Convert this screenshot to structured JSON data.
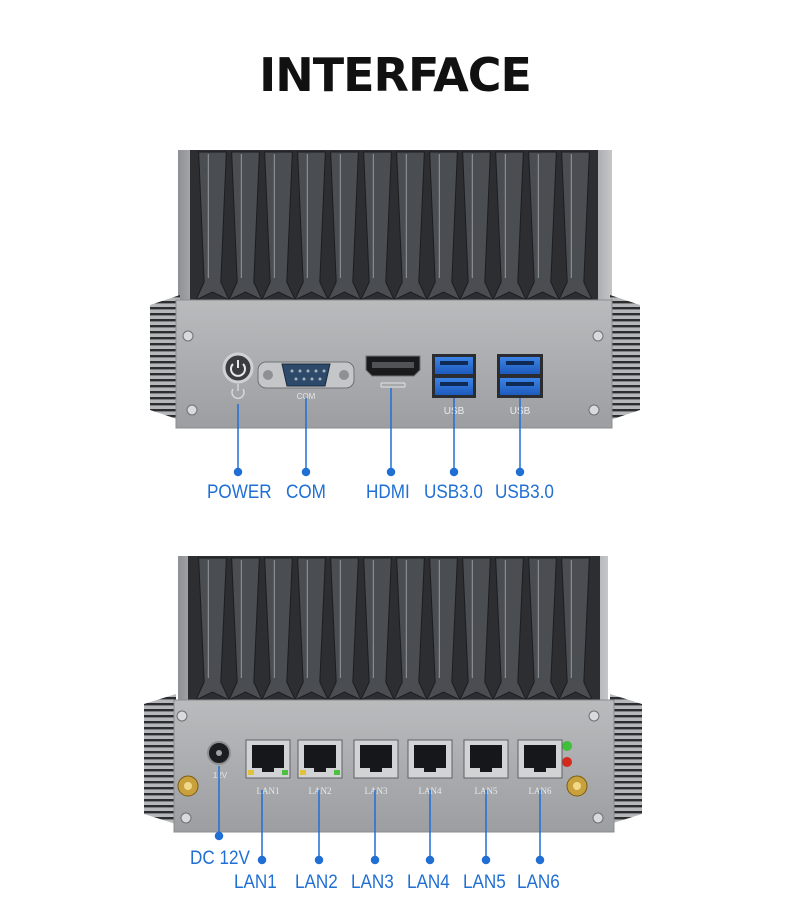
{
  "title": "INTERFACE",
  "front_panel": {
    "port_labels": [
      "POWER",
      "COM",
      "HDMI",
      "USB3.0",
      "USB3.0"
    ],
    "silkscreen": {
      "com": "COM",
      "usb_left": "USB",
      "usb_right": "USB"
    }
  },
  "rear_panel": {
    "port_labels": [
      "DC 12V",
      "LAN1",
      "LAN2",
      "LAN3",
      "LAN4",
      "LAN5",
      "LAN6"
    ],
    "silkscreen": {
      "dc": "12V",
      "lan": [
        "LAN1",
        "LAN2",
        "LAN3",
        "LAN4",
        "LAN5",
        "LAN6"
      ]
    }
  },
  "colors": {
    "label_blue": "#1f6fd4",
    "chassis": "#a8aaac",
    "fin": "#3a3c40"
  }
}
